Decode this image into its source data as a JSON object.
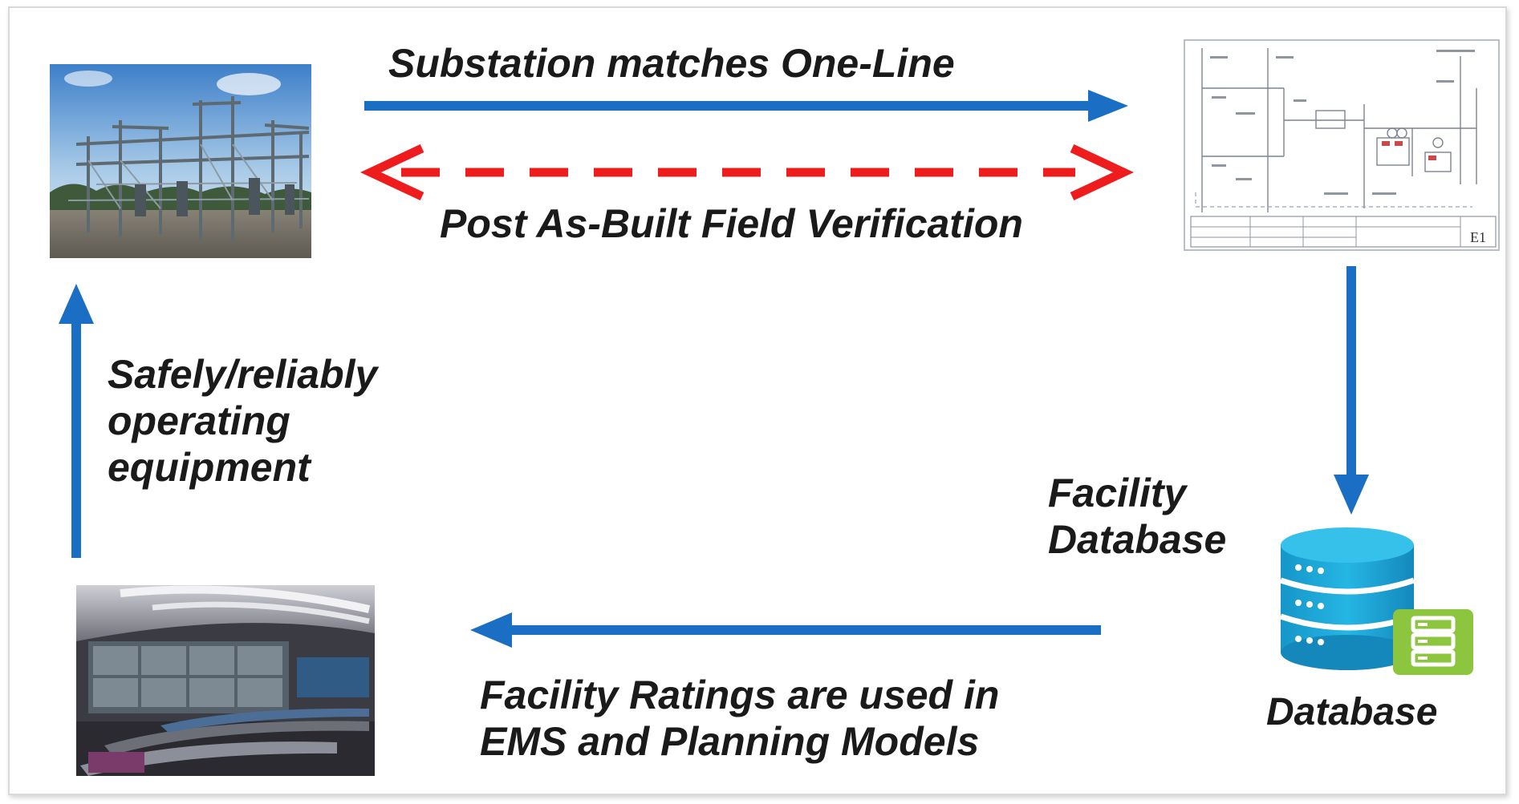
{
  "labels": {
    "substation_matches": "Substation matches One-Line",
    "post_as_built": "Post As-Built Field Verification",
    "safely_operating": "Safely/reliably\noperating\nequipment",
    "facility_database": "Facility\nDatabase",
    "facility_ratings": "Facility Ratings are used in\nEMS and Planning Models",
    "database": "Database"
  },
  "drawing": {
    "title_block_id": "E1"
  },
  "colors": {
    "blue_arrow": "#1a6fc4",
    "red_arrow": "#ee1c1c",
    "db_cyan": "#1aa9d6",
    "db_green": "#8cc63e"
  }
}
